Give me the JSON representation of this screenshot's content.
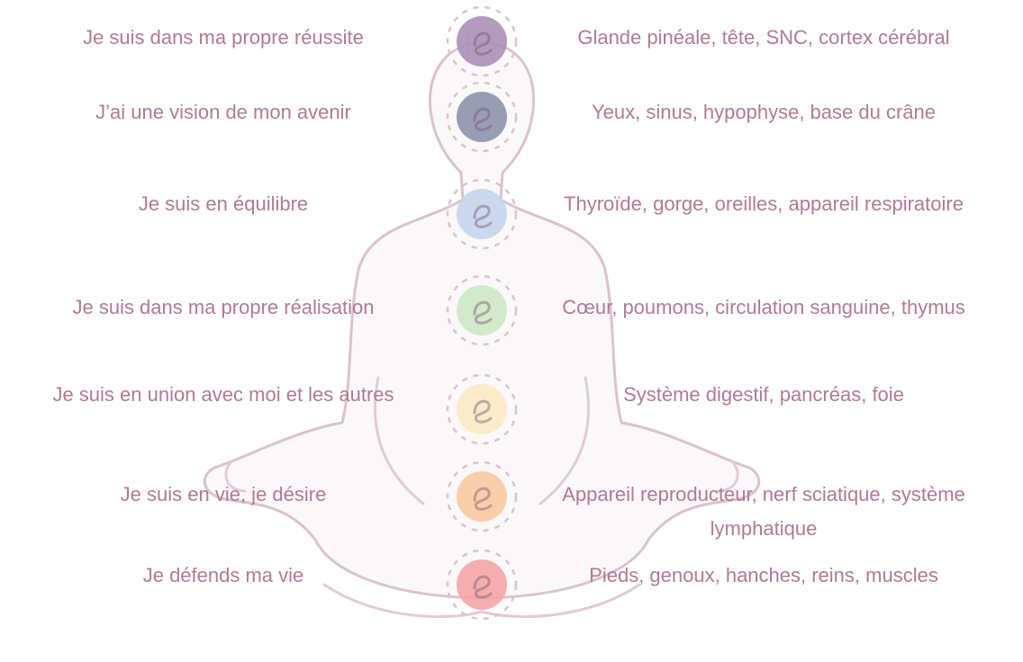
{
  "colors": {
    "text": "#b07a98",
    "outline": "#dcc2cd",
    "body_fill": "#fbf8fa"
  },
  "chakras": [
    {
      "affirmation": "Je suis dans ma propre réussite",
      "organs": "Glande pinéale, tête, SNC, cortex cérébral",
      "color": "#ac8fb6",
      "icon": "crown-chakra-icon"
    },
    {
      "affirmation": "J’ai une vision de mon avenir",
      "organs": "Yeux, sinus, hypophyse, base du crâne",
      "color": "#8d92ac",
      "icon": "third-eye-chakra-icon"
    },
    {
      "affirmation": "Je suis en équilibre",
      "organs": "Thyroïde, gorge, oreilles, appareil respiratoire",
      "color": "#c6d4ec",
      "icon": "throat-chakra-icon"
    },
    {
      "affirmation": "Je suis dans ma propre réalisation",
      "organs": "Cœur, poumons, circulation sanguine, thymus",
      "color": "#cde8c4",
      "icon": "heart-chakra-icon"
    },
    {
      "affirmation": "Je suis en union avec moi et les autres",
      "organs": "Système digestif, pancréas, foie",
      "color": "#faeac4",
      "icon": "solar-plexus-chakra-icon"
    },
    {
      "affirmation": "Je suis en vie, je désire",
      "organs": "Appareil reproducteur, nerf sciatique, système lymphatique",
      "color": "#f8c9a2",
      "icon": "sacral-chakra-icon"
    },
    {
      "affirmation": "Je défends ma vie",
      "organs": "Pieds, genoux, hanches, reins, muscles",
      "color": "#f4a4a4",
      "icon": "root-chakra-icon"
    }
  ]
}
